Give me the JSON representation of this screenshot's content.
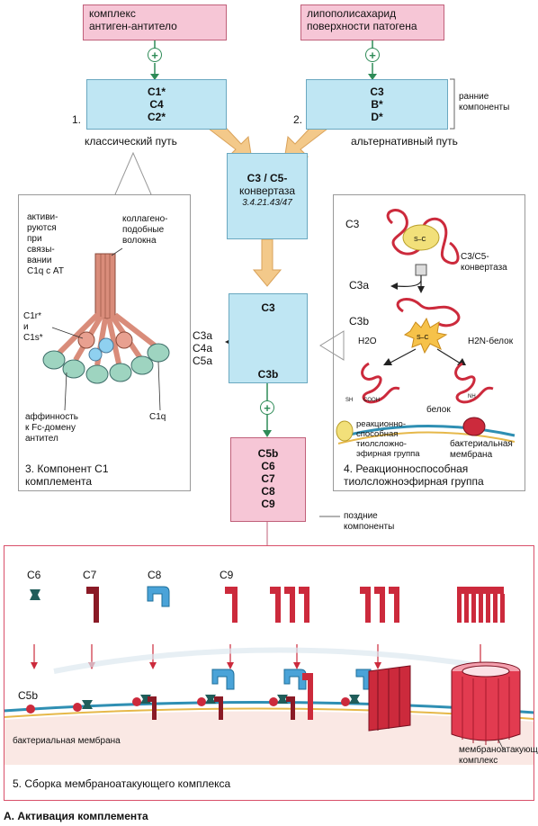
{
  "top": {
    "left_source": "комплекс\nантиген-антитело",
    "right_source": "липополисахарид\nповерхности патогена"
  },
  "boxes": {
    "classical": [
      "C1*",
      "C4",
      "C2*"
    ],
    "alternative": [
      "C3",
      "B*",
      "D*"
    ],
    "convertase_title": "C3 / C5-",
    "convertase_sub": "конвертаза",
    "convertase_ec": "3.4.21.43/47",
    "c3_top": "C3",
    "c3_bottom": "C3b",
    "late": [
      "C5b",
      "C6",
      "C7",
      "C8",
      "C9"
    ]
  },
  "labels": {
    "num1": "1.",
    "num2": "2.",
    "classical_path": "классический путь",
    "alternative_path": "альтернативный путь",
    "early": "ранние\nкомпоненты",
    "late": "поздние\nкомпоненты",
    "c3a": "C3a",
    "c4a": "C4a",
    "c5a": "C5a"
  },
  "panel3": {
    "activated": "активи-\nруются\nпри\nсвязы-\nвании\nC1q с AT",
    "collagen": "коллагено-\nподобные\nволокна",
    "c1r_c1s": "C1r*\nи\nC1s*",
    "affinity": "аффинность\nк Fc-домену\nантител",
    "c1q": "C1q",
    "caption": "3. Компонент C1\nкомплемента"
  },
  "panel4": {
    "c3": "C3",
    "convertase": "C3/C5-\nконвертаза",
    "c3a": "C3a",
    "c3b": "C3b",
    "h2o": "H2O",
    "h2n": "H2N-белок",
    "protein": "белок",
    "thioester_legend": "реакционно-\nспособная\nтиолсложно-\nэфирная группа",
    "bacterial_membrane": "бактериальная\nмембрана",
    "caption": "4. Реакционноспособная\nтиолсложноэфирная группа",
    "sh": "SH",
    "cooh": "COOH",
    "nh": "NH"
  },
  "panel5": {
    "c6": "C6",
    "c7": "C7",
    "c8": "C8",
    "c9": "C9",
    "c5b": "C5b",
    "bacterial_membrane": "бактериальная мембрана",
    "mac": "мембраноатакующий\nкомплекс",
    "caption": "5. Сборка мембраноатакующего комплекса"
  },
  "figure_caption": "А. Активация комплемента",
  "colors": {
    "pink_box": "#f6c6d6",
    "blue_box": "#bfe6f3",
    "arrow": "#f3c98a",
    "red_protein": "#cc2a3c",
    "blue_protein": "#4aa3d8",
    "membrane": "#2f8fb3"
  }
}
